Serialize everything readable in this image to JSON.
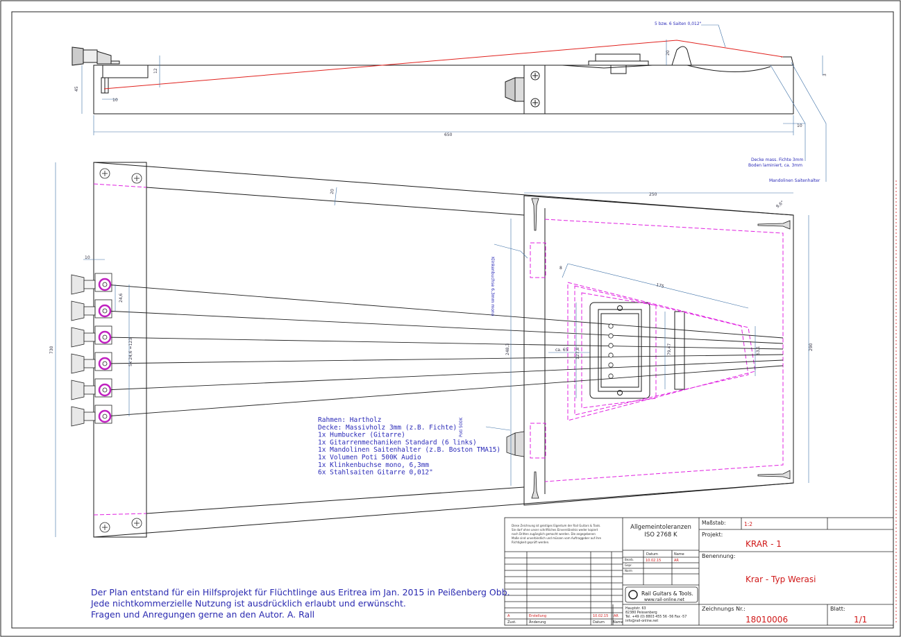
{
  "side_view": {
    "dims": {
      "length": "650",
      "height": "45",
      "neck": "12",
      "pin": "10",
      "bridge_h": "20",
      "tail": "3",
      "end": "10"
    },
    "string_label": "5  bzw. 6 Saiten 0,012\"",
    "top_label_1": "Decke mass. Fichte 3mm",
    "top_label_2": "Boden laminiert, ca. 3mm",
    "tailpiece_label": "Mandolinen Saitenhalter"
  },
  "top_view": {
    "dims": {
      "width": "250",
      "height_left": "730",
      "bar": "20",
      "height_right": "290",
      "angle": "9,6°",
      "inner_height": "248,3",
      "tuner_offset": "10",
      "tuner_spacing_1": "24,6",
      "tuner_spacing_2": "5x 24,6 =123",
      "pickup_offset": "ca. 65",
      "pickup_h1": "127,8",
      "pickup_h2": "79,47",
      "length_175": "175",
      "gap_8": "8",
      "bridge_w": "63,1"
    },
    "jack_label": "Klinkenbuchse 6,3mm mono",
    "poti_label": "Poti 500K"
  },
  "parts_list": [
    "Rahmen: Hartholz",
    "Decke: Massivholz 3mm (z.B. Fichte)",
    "1x Humbucker (Gitarre)",
    "1x Gitarrenmechaniken Standard (6 links)",
    "1x Mandolinen Saitenhalter (z.B. Boston TMA15)",
    "1x Volumen Poti 500K Audio",
    "1x Klinkenbuchse mono, 6,3mm",
    "6x Stahlsaiten Gitarre 0,012\""
  ],
  "note_lines": [
    "Der Plan entstand für ein Hilfsprojekt für Flüchtlinge aus Eritrea im Jan. 2015 in Peißenberg Obb.",
    "Jede nichtkommerzielle Nutzung ist ausdrücklich erlaubt und erwünscht.",
    "Fragen und Anregungen gerne an den Autor. A. Rall"
  ],
  "title_block": {
    "copyright_lines": [
      "Diese Zeichnung ist geistiges Eigentum der Rail Guitars & Tools.",
      "Sie darf ohne unser schriftliches Einverständnis weder kopiert",
      "noch Dritten zugänglich gemacht werden. Die angegebenen",
      "Maße sind unverbindlich und müssen vom Auftraggeber auf ihre",
      "Richtigkeit geprüft werden."
    ],
    "tolerance_1": "Allgemeintoleranzen",
    "tolerance_2": "ISO 2768 K",
    "datum_label": "Datum",
    "name_label": "Name",
    "bearb_label": "Bearb.",
    "gepr_label": "Gepr.",
    "norm_label": "Norm",
    "bearb_date": "10.02.15",
    "bearb_name": "AR",
    "company_name": "Rail Guitars & Tools.",
    "company_web": "www.rail-online.net",
    "address": [
      "Hauptstr. 63",
      "82380 Peissenberg",
      "Tel. +49 (0) 8803 455 56 -56 Fax -57",
      "info@rail-online.net"
    ],
    "rev_index": "A",
    "rev_text": "Erstellung",
    "rev_date": "10.02.15",
    "rev_name": "AR",
    "zust_label": "Zust.",
    "aend_label": "Änderung",
    "datum2_label": "Datum",
    "name2_label": "Name",
    "scale_label": "Maßstab:",
    "scale_value": "1:2",
    "project_label": "Projekt:",
    "project_value": "KRAR - 1",
    "name_title_label": "Benennung:",
    "name_title_value": "Krar - Typ Werasi",
    "drawing_no_label": "Zeichnungs Nr.:",
    "drawing_no_value": "18010006",
    "sheet_label": "Blatt:",
    "sheet_value": "1/1"
  },
  "colors": {
    "line": "#1a1a1a",
    "string": "#2a2a2a",
    "red": "#e0201c",
    "magenta": "#e020e0",
    "blue": "#2929b0",
    "dim": "#3a6ea5",
    "tb_red": "#d01818"
  }
}
